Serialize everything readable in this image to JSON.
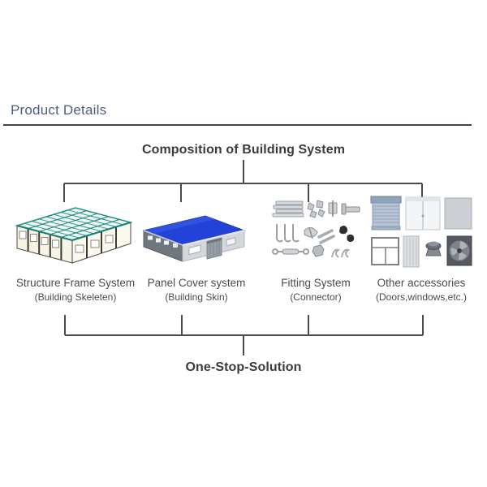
{
  "header": {
    "title": "Product Details"
  },
  "diagram": {
    "title": "Composition of Building System",
    "footer": "One-Stop-Solution",
    "items": [
      {
        "label": "Structure Frame System",
        "sublabel": "(Building Skeleten)",
        "icon": "steel-frame-structure"
      },
      {
        "label": "Panel Cover system",
        "sublabel": "(Building Skin)",
        "icon": "blue-roof-warehouse"
      },
      {
        "label": "Fitting System",
        "sublabel": "(Connector)",
        "icon": "metal-fittings-set"
      },
      {
        "label": "Other accessories",
        "sublabel": "(Doors,windows,etc.)",
        "icon": "doors-windows-accessories"
      }
    ]
  },
  "colors": {
    "heading_blue": "#4d5e80",
    "rule_dark": "#3d4856",
    "text_dark": "#3b3b3b",
    "label_gray": "#4b4b4b",
    "connector_line": "#4c4c4c",
    "roof_blue": "#2242d8",
    "frame_teal": "#1f8f85"
  }
}
